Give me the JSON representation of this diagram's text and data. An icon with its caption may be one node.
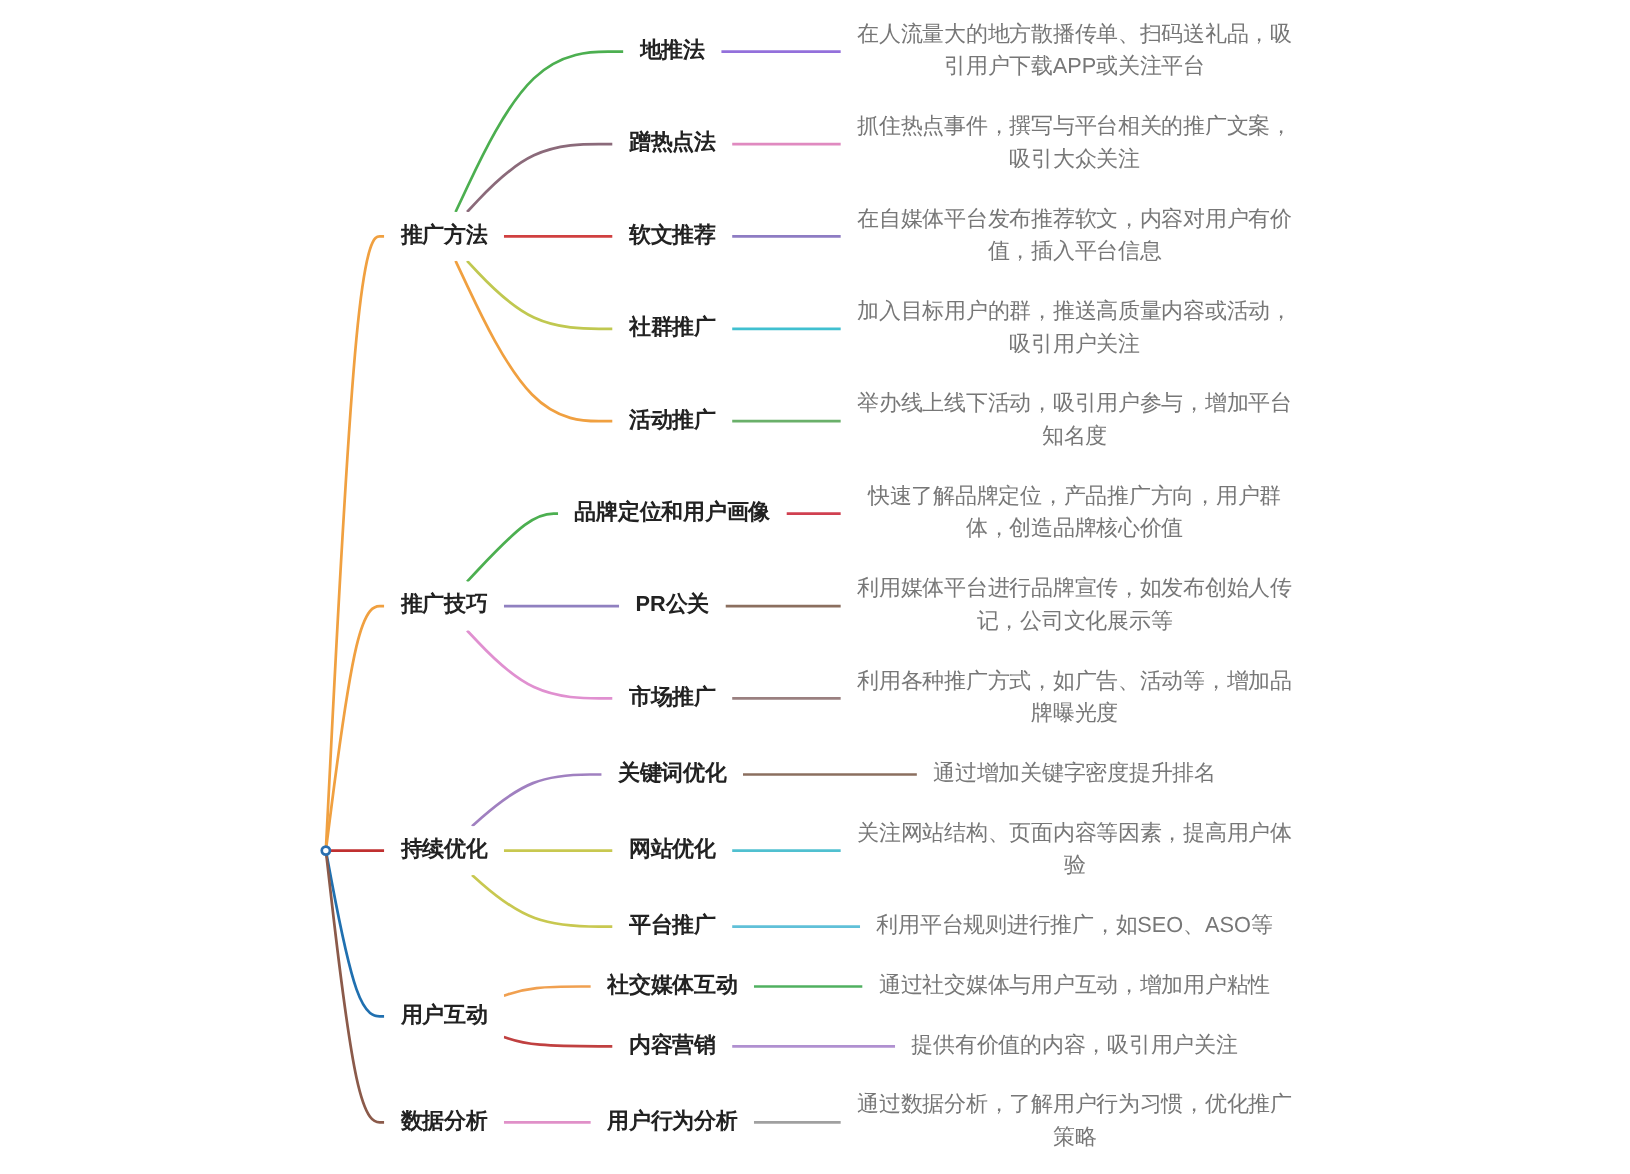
{
  "diagram": {
    "nodes": [
      {
        "text": [],
        "shape": "circle"
      },
      {
        "text": [
          "推广方法"
        ]
      },
      {
        "text": [
          "地推法"
        ]
      },
      {
        "text": [
          "在人流量大的地方散播传单、扫码送礼品，吸引用户下载APP或关注平台"
        ]
      },
      {
        "text": [
          "蹭热点法"
        ]
      },
      {
        "text": [
          "抓住热点事件，撰写与平台相关的推广文案，吸引大众关注"
        ]
      },
      {
        "text": [
          "软文推荐"
        ]
      },
      {
        "text": [
          "在自媒体平台发布推荐软文，内容对用户有价值，插入平台信息"
        ]
      },
      {
        "text": [
          "社群推广"
        ]
      },
      {
        "text": [
          "加入目标用户的群，推送高质量内容或活动，吸引用户关注"
        ]
      },
      {
        "text": [
          "活动推广"
        ]
      },
      {
        "text": [
          "举办线上线下活动，吸引用户参与，增加平台知名度"
        ]
      },
      {
        "text": [
          "推广技巧"
        ]
      },
      {
        "text": [
          "品牌定位和用户画像"
        ]
      },
      {
        "text": [
          "快速了解品牌定位，产品推广方向，用户群体，创造品牌核心价值"
        ]
      },
      {
        "text": [
          "PR公关"
        ]
      },
      {
        "text": [
          "利用媒体平台进行品牌宣传，如发布创始人传记，公司文化展示等"
        ]
      },
      {
        "text": [
          "市场推广"
        ]
      },
      {
        "text": [
          "利用各种推广方式，如广告、活动等，增加品牌曝光度"
        ]
      },
      {
        "text": [
          "持续优化"
        ]
      },
      {
        "text": [
          "关键词优化"
        ]
      },
      {
        "text": [
          "通过增加关键字密度提升排名"
        ]
      },
      {
        "text": [
          "网站优化"
        ]
      },
      {
        "text": [
          "关注网站结构、页面内容等因素，提高用户体验"
        ]
      },
      {
        "text": [
          "平台推广"
        ]
      },
      {
        "text": [
          "利用平台规则进行推广，如SEO、ASO等"
        ]
      },
      {
        "text": [
          "用户互动"
        ]
      },
      {
        "text": [
          "社交媒体互动"
        ]
      },
      {
        "text": [
          "通过社交媒体与用户互动，增加用户粘性"
        ]
      },
      {
        "text": [
          "内容营销"
        ]
      },
      {
        "text": [
          "提供有价值的内容，吸引用户关注"
        ]
      },
      {
        "text": [
          "数据分析"
        ]
      },
      {
        "text": [
          "用户行为分析"
        ]
      },
      {
        "text": [
          "通过数据分析，了解用户行为习惯，优化推广策略"
        ]
      }
    ],
    "edges": [
      {
        "from": 0,
        "to": 1,
        "arrow": "none",
        "color": "#f0a040"
      },
      {
        "from": 1,
        "to": 2,
        "arrow": "none",
        "color": "#4caf50"
      },
      {
        "from": 2,
        "to": 3,
        "arrow": "none",
        "color": "#9370db"
      },
      {
        "from": 1,
        "to": 4,
        "arrow": "none",
        "color": "#8b6a7a"
      },
      {
        "from": 4,
        "to": 5,
        "arrow": "none",
        "color": "#e08ac0"
      },
      {
        "from": 1,
        "to": 6,
        "arrow": "none",
        "color": "#d04040"
      },
      {
        "from": 6,
        "to": 7,
        "arrow": "none",
        "color": "#8e7cc3"
      },
      {
        "from": 1,
        "to": 8,
        "arrow": "none",
        "color": "#c0c850"
      },
      {
        "from": 8,
        "to": 9,
        "arrow": "none",
        "color": "#40c0d0"
      },
      {
        "from": 1,
        "to": 10,
        "arrow": "none",
        "color": "#f0a040"
      },
      {
        "from": 10,
        "to": 11,
        "arrow": "none",
        "color": "#6ab06a"
      },
      {
        "from": 0,
        "to": 12,
        "arrow": "none",
        "color": "#f0a040"
      },
      {
        "from": 12,
        "to": 13,
        "arrow": "none",
        "color": "#4caf50"
      },
      {
        "from": 13,
        "to": 14,
        "arrow": "none",
        "color": "#d04050"
      },
      {
        "from": 12,
        "to": 15,
        "arrow": "none",
        "color": "#9080c0"
      },
      {
        "from": 15,
        "to": 16,
        "arrow": "none",
        "color": "#8b6f5f"
      },
      {
        "from": 12,
        "to": 17,
        "arrow": "none",
        "color": "#e090d0"
      },
      {
        "from": 17,
        "to": 18,
        "arrow": "none",
        "color": "#9a8080"
      },
      {
        "from": 0,
        "to": 19,
        "arrow": "none",
        "color": "#c03030"
      },
      {
        "from": 19,
        "to": 20,
        "arrow": "none",
        "color": "#a080c0"
      },
      {
        "from": 20,
        "to": 21,
        "arrow": "none",
        "color": "#8b6f5f"
      },
      {
        "from": 19,
        "to": 22,
        "arrow": "none",
        "color": "#c8c850"
      },
      {
        "from": 22,
        "to": 23,
        "arrow": "none",
        "color": "#50c0d0"
      },
      {
        "from": 19,
        "to": 24,
        "arrow": "none",
        "color": "#c8c850"
      },
      {
        "from": 24,
        "to": 25,
        "arrow": "none",
        "color": "#60c0d8"
      },
      {
        "from": 0,
        "to": 26,
        "arrow": "none",
        "color": "#2070b0"
      },
      {
        "from": 26,
        "to": 27,
        "arrow": "none",
        "color": "#f0a050"
      },
      {
        "from": 27,
        "to": 28,
        "arrow": "none",
        "color": "#50b060"
      },
      {
        "from": 26,
        "to": 29,
        "arrow": "none",
        "color": "#c04040"
      },
      {
        "from": 29,
        "to": 30,
        "arrow": "none",
        "color": "#b090d0"
      },
      {
        "from": 0,
        "to": 31,
        "arrow": "none",
        "color": "#8b5a4a"
      },
      {
        "from": 31,
        "to": 32,
        "arrow": "none",
        "color": "#e090c8"
      },
      {
        "from": 32,
        "to": 33,
        "arrow": "none",
        "color": "#a0a0a0"
      }
    ]
  }
}
